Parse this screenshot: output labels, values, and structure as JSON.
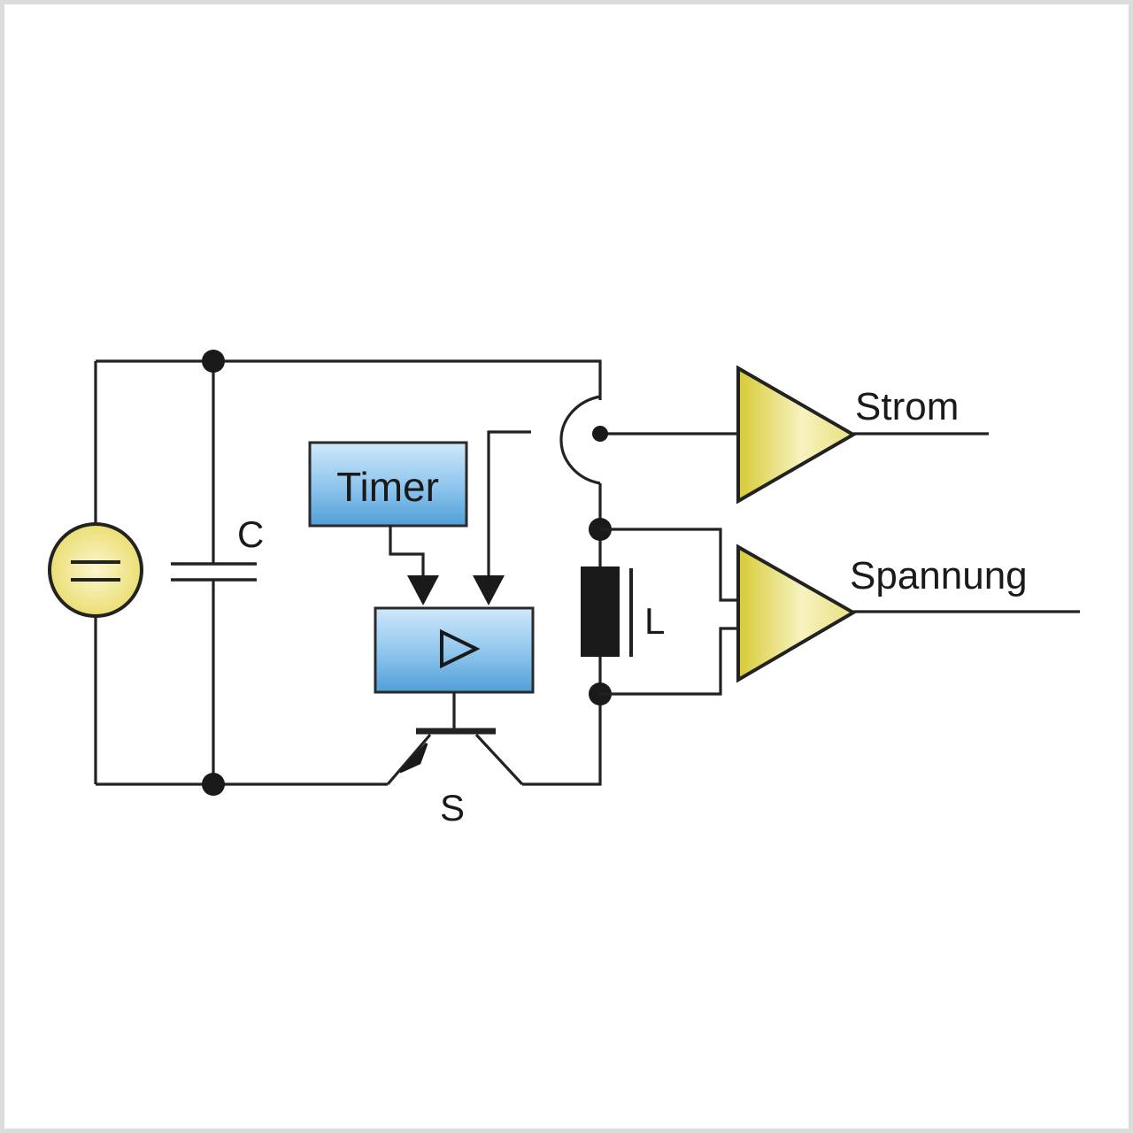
{
  "diagram": {
    "colors": {
      "wire": "#222222",
      "block_fill_top": "#bfe0f7",
      "block_fill_bottom": "#5aa6dc",
      "block_stroke": "#2a2a2a",
      "amp_fill_light": "#fbf6c8",
      "amp_fill_dark": "#d8cf3a",
      "source_fill": "#f3e98a",
      "border": "#dcdcdc"
    },
    "labels": {
      "capacitor": "C",
      "inductor": "L",
      "switch": "S",
      "timer": "Timer",
      "current_output": "Strom",
      "voltage_output": "Spannung"
    },
    "components": {
      "source": "dc-voltage-source",
      "capacitor": "capacitor",
      "inductor": "inductor-with-core",
      "switch": "transistor-switch",
      "timer": "timer-block",
      "driver": "driver-block",
      "current_sensor": "current-transformer",
      "current_amp": "current-amplifier",
      "voltage_amp": "voltage-amplifier"
    }
  }
}
